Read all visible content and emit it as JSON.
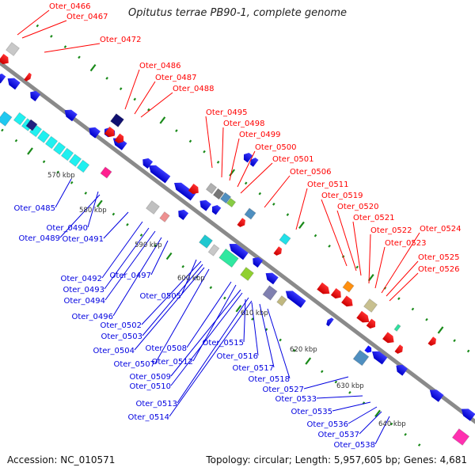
{
  "title": "Opitutus terrae PB90-1, complete genome",
  "footer": {
    "accession": "Accession: NC_010571",
    "summary": "Topology: circular; Length: 5,957,605 bp; Genes: 4,681"
  },
  "colors": {
    "forward_label": "#ff0000",
    "reverse_label": "#0000e0",
    "backbone": "#888888",
    "tick": "#1a8a1a",
    "kbp_label": "#333333",
    "forward_cds": "#ff1010",
    "reverse_cds": "#1010ff"
  },
  "scale_labels": [
    "570 kbp",
    "580 kbp",
    "590 kbp",
    "600 kbp",
    "610 kbp",
    "620 kbp",
    "630 kbp",
    "640 kbp"
  ],
  "forward_labels": [
    "Oter_0466",
    "Oter_0467",
    "Oter_0472",
    "Oter_0486",
    "Oter_0487",
    "Oter_0488",
    "Oter_0495",
    "Oter_0498",
    "Oter_0499",
    "Oter_0500",
    "Oter_0501",
    "Oter_0506",
    "Oter_0511",
    "Oter_0519",
    "Oter_0520",
    "Oter_0521",
    "Oter_0522",
    "Oter_0523",
    "Oter_0524",
    "Oter_0525",
    "Oter_0526"
  ],
  "reverse_labels": [
    "Oter_0485",
    "Oter_0490",
    "Oter_0489",
    "Oter_0491",
    "Oter_0492",
    "Oter_0497",
    "Oter_0493",
    "Oter_0494",
    "Oter_0505",
    "Oter_0496",
    "Oter_0502",
    "Oter_0503",
    "Oter_0508",
    "Oter_0504",
    "Oter_0515",
    "Oter_0512",
    "Oter_0507",
    "Oter_0516",
    "Oter_0509",
    "Oter_0517",
    "Oter_0510",
    "Oter_0518",
    "Oter_0513",
    "Oter_0514",
    "Oter_0527",
    "Oter_0533",
    "Oter_0535",
    "Oter_0536",
    "Oter_0537",
    "Oter_0538"
  ]
}
